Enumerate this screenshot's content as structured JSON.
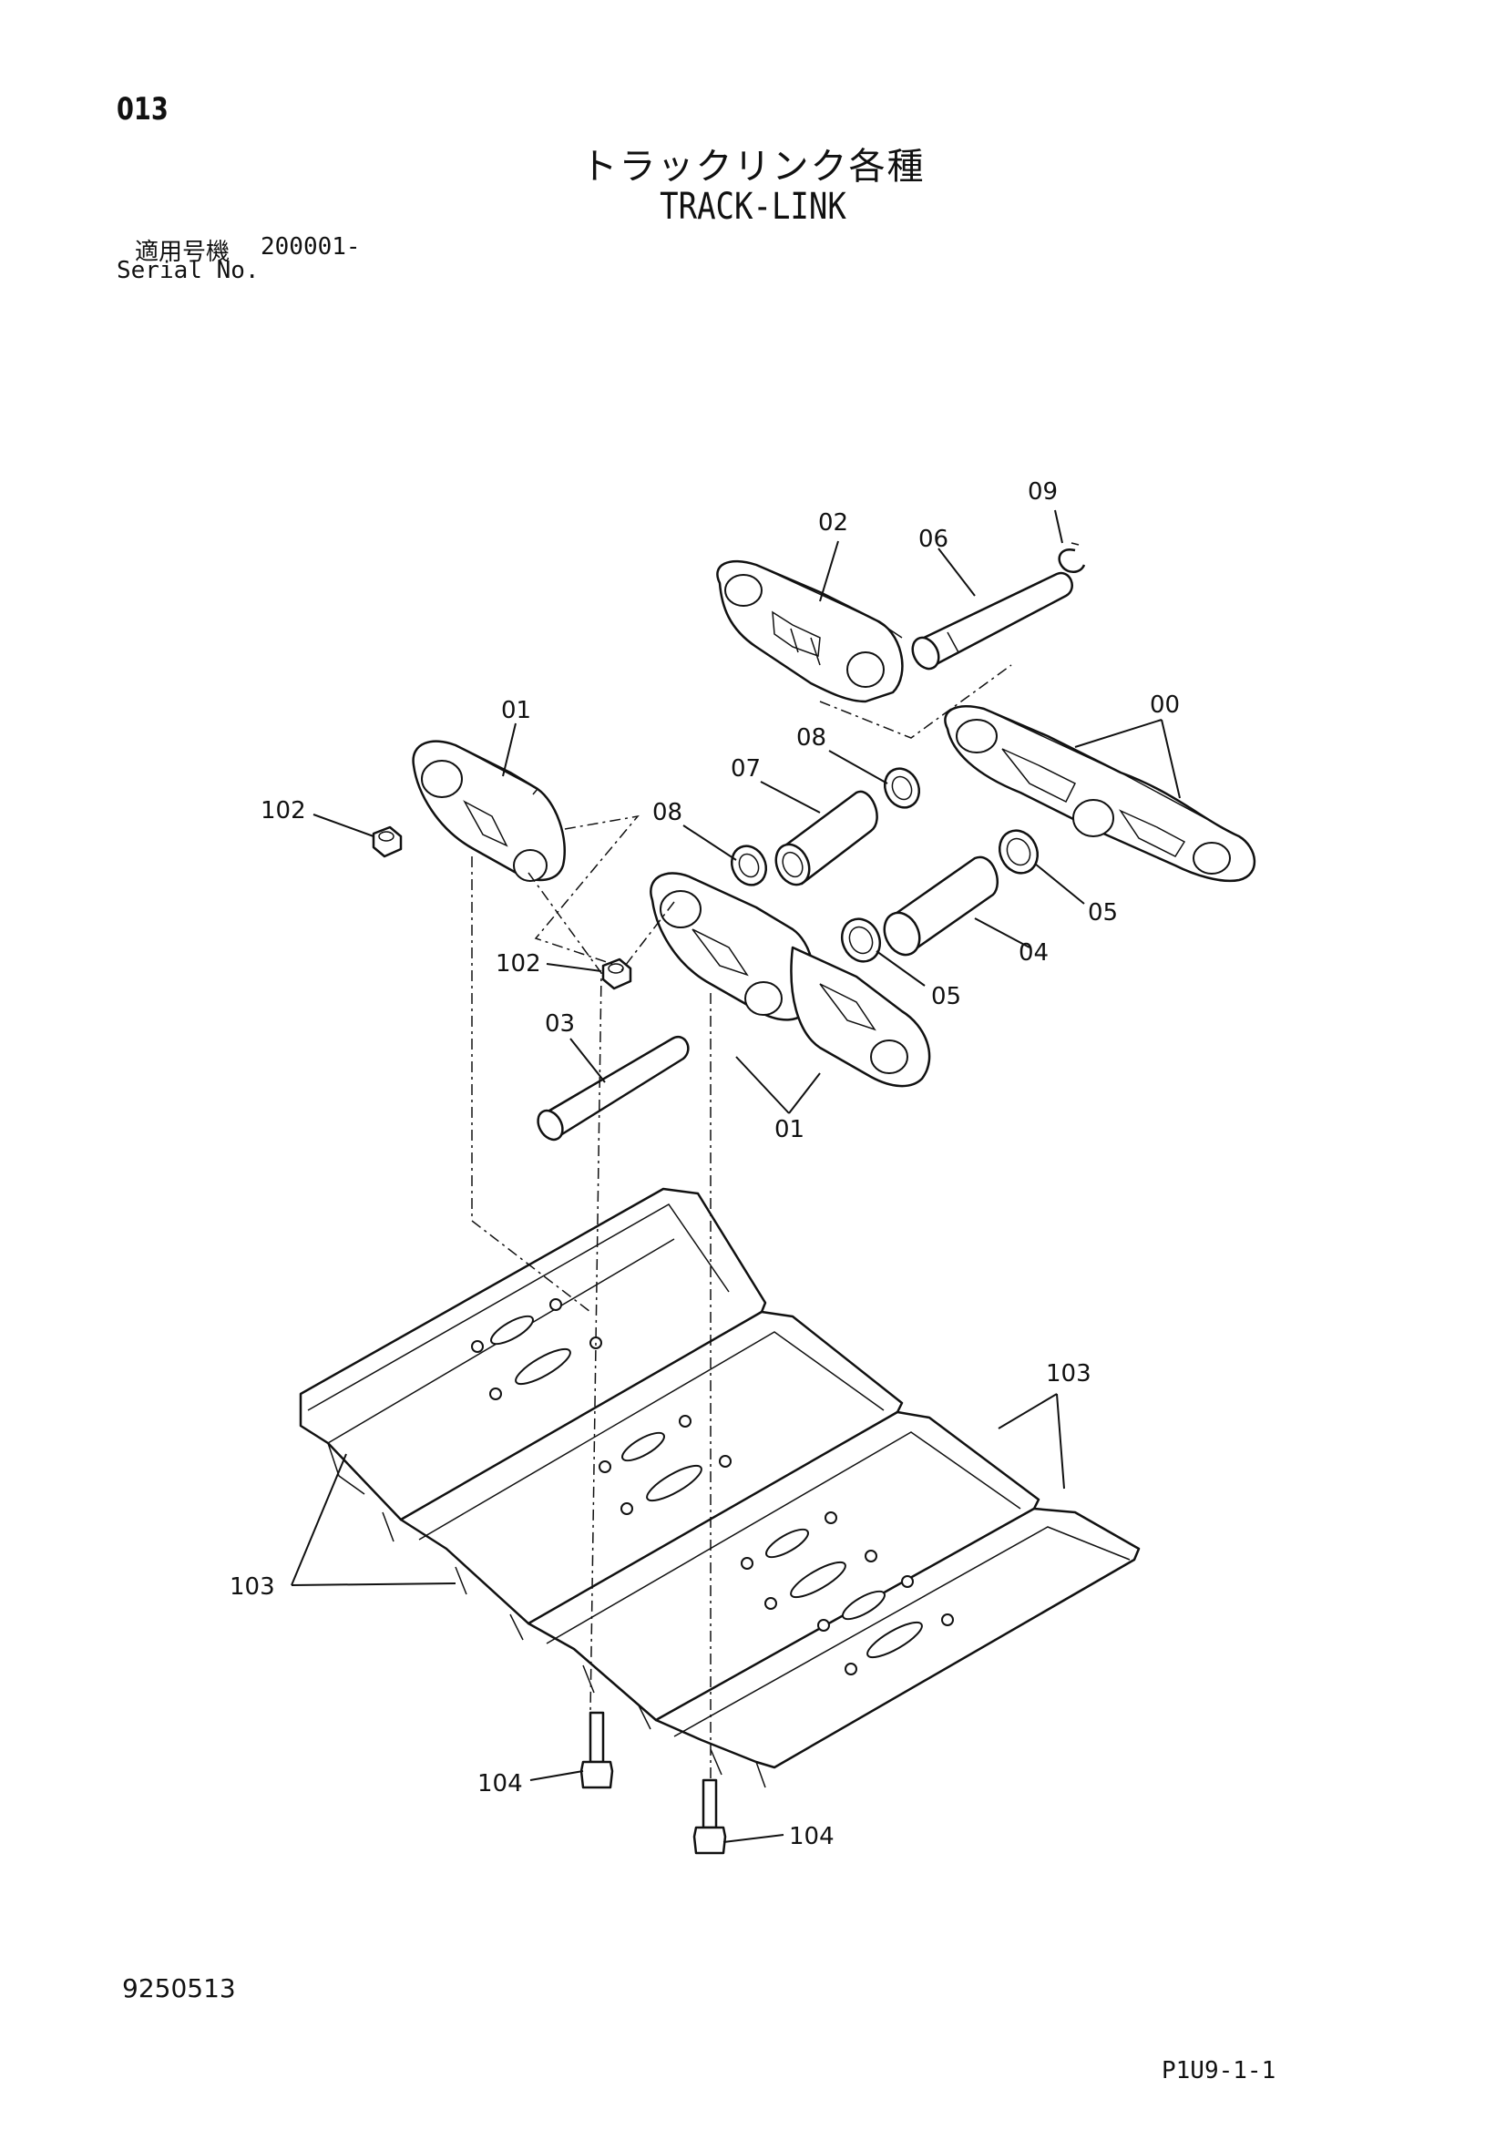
{
  "page": {
    "section_number": "013",
    "title_jp": "トラックリンク各種",
    "title_en": "TRACK-LINK",
    "serial_label_jp": "適用号機",
    "serial_value": "200001-",
    "serial_label_en": "Serial No.",
    "footer_left": "9250513",
    "footer_right": "P1U9-1-1"
  },
  "callouts": [
    {
      "id": "09",
      "text": "09"
    },
    {
      "id": "02",
      "text": "02"
    },
    {
      "id": "06",
      "text": "06"
    },
    {
      "id": "01a",
      "text": "01"
    },
    {
      "id": "00",
      "text": "00"
    },
    {
      "id": "08a",
      "text": "08"
    },
    {
      "id": "07",
      "text": "07"
    },
    {
      "id": "102a",
      "text": "102"
    },
    {
      "id": "08b",
      "text": "08"
    },
    {
      "id": "05a",
      "text": "05"
    },
    {
      "id": "04",
      "text": "04"
    },
    {
      "id": "102b",
      "text": "102"
    },
    {
      "id": "05b",
      "text": "05"
    },
    {
      "id": "03",
      "text": "03"
    },
    {
      "id": "01b",
      "text": "01"
    },
    {
      "id": "103a",
      "text": "103"
    },
    {
      "id": "103b",
      "text": "103"
    },
    {
      "id": "104a",
      "text": "104"
    },
    {
      "id": "104b",
      "text": "104"
    }
  ]
}
